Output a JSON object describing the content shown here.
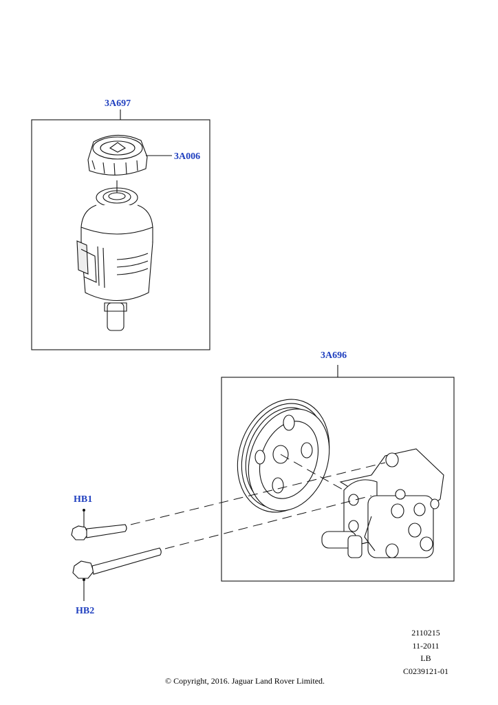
{
  "callouts": {
    "reservoir": "3A697",
    "cap": "3A006",
    "pump": "3A696",
    "bolt_1": "HB1",
    "bolt_2": "HB2"
  },
  "meta": {
    "line1": "2110215",
    "line2": "11-2011",
    "line3": "LB",
    "line4": "C0239121-01"
  },
  "copyright": "© Copyright, 2016. Jaguar Land Rover Limited.",
  "colors": {
    "callout": "#1f3fbf",
    "line": "#111111"
  }
}
